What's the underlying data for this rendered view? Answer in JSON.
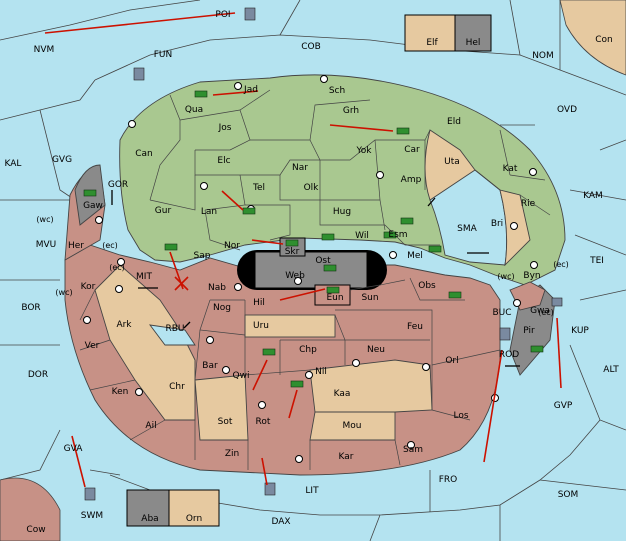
{
  "colors": {
    "sea": "#b4e3f0",
    "green": "#a9c890",
    "rust": "#c79186",
    "tan": "#e6c9a0",
    "gray": "#8a8a8a",
    "black": "#000000",
    "order_arrow": "#cc1100",
    "border": "#444444"
  },
  "sea_labels": [
    {
      "id": "nvm",
      "text": "NVM"
    },
    {
      "id": "fun",
      "text": "FUN"
    },
    {
      "id": "cob",
      "text": "COB"
    },
    {
      "id": "nom",
      "text": "NOM"
    },
    {
      "id": "con",
      "text": "Con"
    },
    {
      "id": "ovd",
      "text": "OVD"
    },
    {
      "id": "kal",
      "text": "KAL"
    },
    {
      "id": "gvg",
      "text": "GVG"
    },
    {
      "id": "gor",
      "text": "GOR"
    },
    {
      "id": "kam",
      "text": "KAM"
    },
    {
      "id": "mvu",
      "text": "MVU"
    },
    {
      "id": "sma",
      "text": "SMA"
    },
    {
      "id": "tei",
      "text": "TEI"
    },
    {
      "id": "mit",
      "text": "MIT"
    },
    {
      "id": "bor",
      "text": "BOR"
    },
    {
      "id": "rbu",
      "text": "RBU"
    },
    {
      "id": "buc",
      "text": "BUC"
    },
    {
      "id": "kup",
      "text": "KUP"
    },
    {
      "id": "dor",
      "text": "DOR"
    },
    {
      "id": "rod",
      "text": "ROD"
    },
    {
      "id": "alt",
      "text": "ALT"
    },
    {
      "id": "gvp",
      "text": "GVP"
    },
    {
      "id": "gva",
      "text": "GVA"
    },
    {
      "id": "fro",
      "text": "FRO"
    },
    {
      "id": "som",
      "text": "SOM"
    },
    {
      "id": "lit",
      "text": "LIT"
    },
    {
      "id": "swm",
      "text": "SWM"
    },
    {
      "id": "dax",
      "text": "DAX"
    },
    {
      "id": "cow",
      "text": "Cow"
    },
    {
      "id": "poi",
      "text": "POI"
    }
  ],
  "land_labels": [
    {
      "id": "jad",
      "text": "Jad"
    },
    {
      "id": "qua",
      "text": "Qua"
    },
    {
      "id": "sch",
      "text": "Sch"
    },
    {
      "id": "jos",
      "text": "Jos"
    },
    {
      "id": "grh",
      "text": "Grh"
    },
    {
      "id": "eld",
      "text": "Eld"
    },
    {
      "id": "can",
      "text": "Can"
    },
    {
      "id": "elc",
      "text": "Elc"
    },
    {
      "id": "nar",
      "text": "Nar"
    },
    {
      "id": "yok",
      "text": "Yok"
    },
    {
      "id": "car",
      "text": "Car"
    },
    {
      "id": "uta",
      "text": "Uta"
    },
    {
      "id": "kat",
      "text": "Kat"
    },
    {
      "id": "tel",
      "text": "Tel"
    },
    {
      "id": "olk",
      "text": "Olk"
    },
    {
      "id": "amp",
      "text": "Amp"
    },
    {
      "id": "gur",
      "text": "Gur"
    },
    {
      "id": "lan",
      "text": "Lan"
    },
    {
      "id": "hug",
      "text": "Hug"
    },
    {
      "id": "rie",
      "text": "Rie"
    },
    {
      "id": "gaw",
      "text": "Gaw"
    },
    {
      "id": "bri",
      "text": "Bri"
    },
    {
      "id": "nor",
      "text": "Nor"
    },
    {
      "id": "skr",
      "text": "Skr"
    },
    {
      "id": "wil",
      "text": "Wil"
    },
    {
      "id": "esm",
      "text": "Esm"
    },
    {
      "id": "her",
      "text": "Her"
    },
    {
      "id": "sap",
      "text": "Sap"
    },
    {
      "id": "web",
      "text": "Web"
    },
    {
      "id": "ost",
      "text": "Ost"
    },
    {
      "id": "mel",
      "text": "Mel"
    },
    {
      "id": "byn",
      "text": "Byn"
    },
    {
      "id": "kor",
      "text": "Kor"
    },
    {
      "id": "nab",
      "text": "Nab"
    },
    {
      "id": "eun",
      "text": "Eun"
    },
    {
      "id": "sun",
      "text": "Sun"
    },
    {
      "id": "obs",
      "text": "Obs"
    },
    {
      "id": "hil",
      "text": "Hil"
    },
    {
      "id": "gwa",
      "text": "Gwa"
    },
    {
      "id": "nog",
      "text": "Nog"
    },
    {
      "id": "ark",
      "text": "Ark"
    },
    {
      "id": "uru",
      "text": "Uru"
    },
    {
      "id": "feu",
      "text": "Feu"
    },
    {
      "id": "pir",
      "text": "Pir"
    },
    {
      "id": "ver",
      "text": "Ver"
    },
    {
      "id": "chp",
      "text": "Chp"
    },
    {
      "id": "neu",
      "text": "Neu"
    },
    {
      "id": "bar",
      "text": "Bar"
    },
    {
      "id": "orl",
      "text": "Orl"
    },
    {
      "id": "qwi",
      "text": "Qwi"
    },
    {
      "id": "nil",
      "text": "Nil"
    },
    {
      "id": "chr",
      "text": "Chr"
    },
    {
      "id": "ken",
      "text": "Ken"
    },
    {
      "id": "kaa",
      "text": "Kaa"
    },
    {
      "id": "los",
      "text": "Los"
    },
    {
      "id": "sot",
      "text": "Sot"
    },
    {
      "id": "rot",
      "text": "Rot"
    },
    {
      "id": "ail",
      "text": "Ail"
    },
    {
      "id": "mou",
      "text": "Mou"
    },
    {
      "id": "sam",
      "text": "Sam"
    },
    {
      "id": "zin",
      "text": "Zin"
    },
    {
      "id": "kar",
      "text": "Kar"
    },
    {
      "id": "elf",
      "text": "Elf"
    },
    {
      "id": "hel",
      "text": "Hel"
    },
    {
      "id": "aba",
      "text": "Aba"
    },
    {
      "id": "orn",
      "text": "Orn"
    }
  ],
  "coast_labels": [
    {
      "id": "wc1",
      "text": "(wc)"
    },
    {
      "id": "ec1",
      "text": "(ec)"
    },
    {
      "id": "ec2",
      "text": "(ec)"
    },
    {
      "id": "wc2",
      "text": "(wc)"
    },
    {
      "id": "wc3",
      "text": "(wc)"
    },
    {
      "id": "ec3",
      "text": "(ec)"
    },
    {
      "id": "ec4",
      "text": "(ec)"
    }
  ],
  "legend_boxes": []
}
